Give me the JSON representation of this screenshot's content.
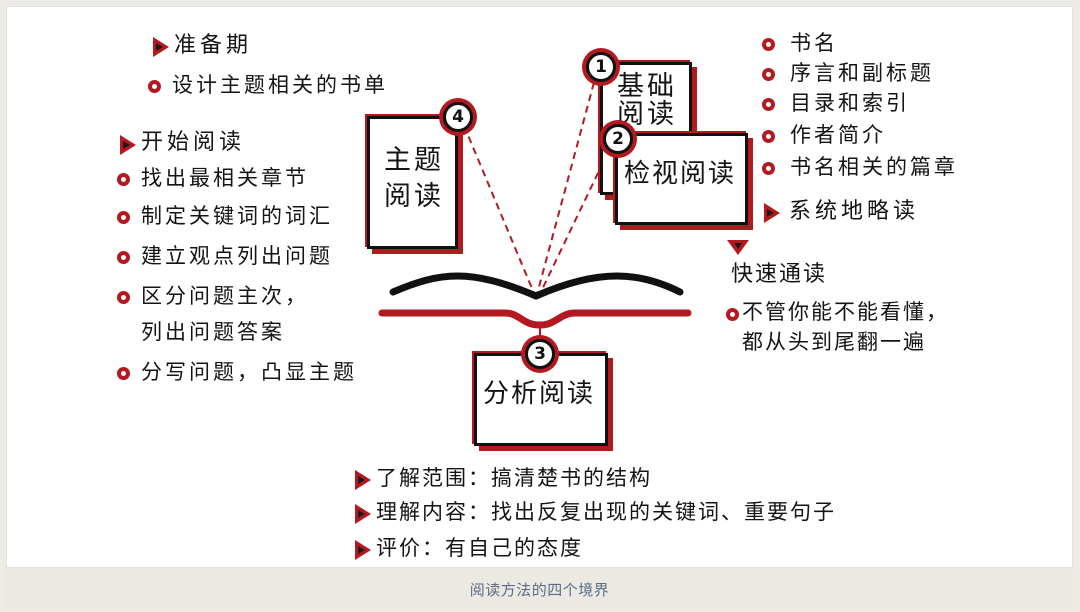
{
  "caption": "阅读方法的四个境界",
  "colors": {
    "accent": "#b3191f",
    "ink": "#141414",
    "caption": "#5a6e86"
  },
  "stages": {
    "basic": {
      "number": "1",
      "line1": "基础",
      "line2": "阅读"
    },
    "inspection": {
      "number": "2",
      "label": "检视阅读"
    },
    "analytical": {
      "number": "3",
      "label": "分析阅读"
    },
    "syntopical": {
      "number": "4",
      "line1": "主题",
      "line2": "阅读"
    }
  },
  "left_panel": {
    "prep": {
      "heading": "准备期",
      "items": [
        "设计主题相关的书单"
      ]
    },
    "start": {
      "heading": "开始阅读",
      "items": [
        "找出最相关章节",
        "制定关键词的词汇",
        "建立观点列出问题",
        "区分问题主次，",
        "列出问题答案",
        "分写问题，凸显主题"
      ]
    }
  },
  "right_panel": {
    "items": [
      "书名",
      "序言和副标题",
      "目录和索引",
      "作者简介",
      "书名相关的篇章"
    ],
    "systematic": "系统地略读",
    "fast": {
      "heading": "快速通读",
      "line1": "不管你能不能看懂，",
      "line2": "都从头到尾翻一遍"
    }
  },
  "bottom_panel": {
    "items": [
      "了解范围：搞清楚书的结构",
      "理解内容：找出反复出现的关键词、重要句子",
      "评价：有自己的态度"
    ]
  }
}
